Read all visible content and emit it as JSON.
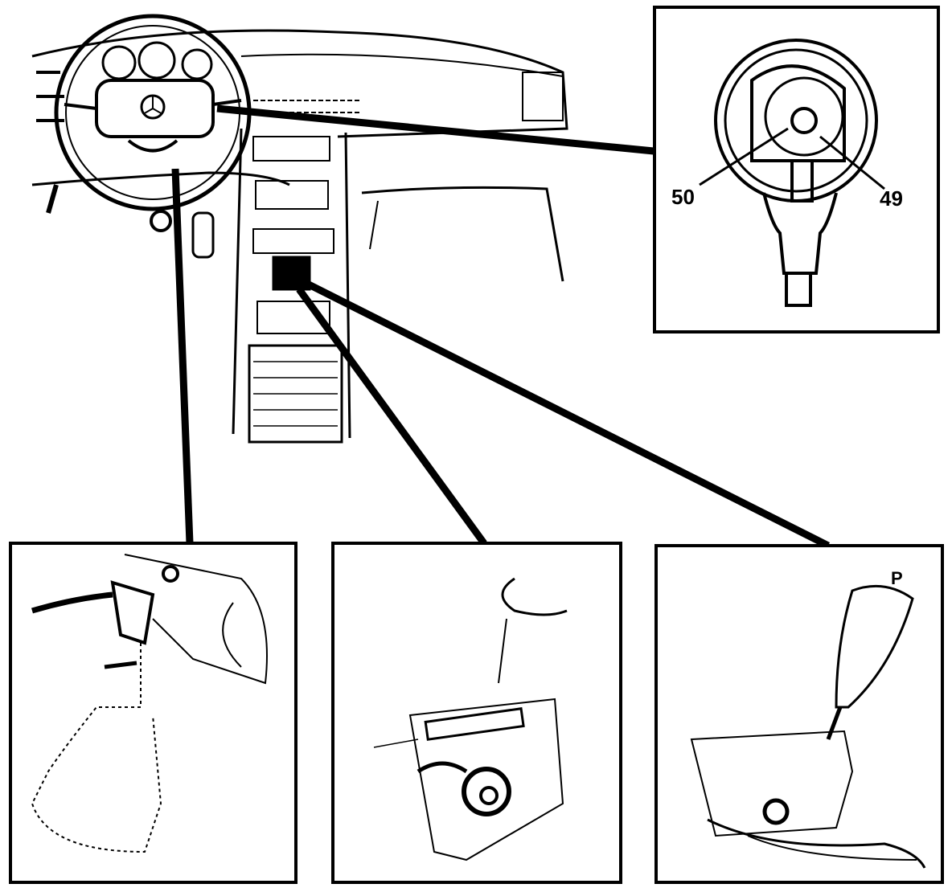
{
  "diagram": {
    "callouts": {
      "detail_steering_column": {
        "labels": [
          "50",
          "49"
        ]
      },
      "detail_selector_lever": {
        "label": "P"
      }
    },
    "colors": {
      "ink": "#000000",
      "paper": "#ffffff"
    }
  }
}
